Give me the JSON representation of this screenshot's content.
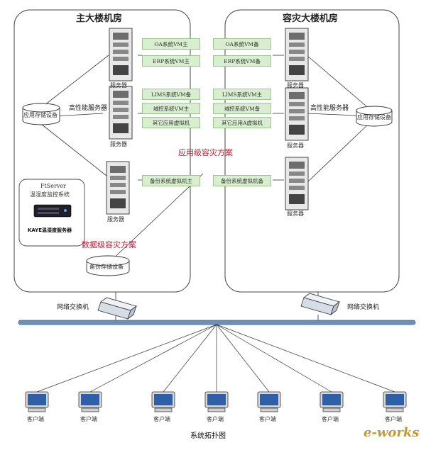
{
  "main_room": {
    "title": "主大楼机房",
    "server_label": "服务器",
    "high_perf_label": "高性能服务器",
    "storage_label": "应用存储设备",
    "backup_storage_label": "备份存储设备",
    "ftserver": {
      "title": "FtServer",
      "subtitle": "温湿度监控系统",
      "device_label": "KAYE温湿度服务器"
    }
  },
  "dr_room": {
    "title": "容灾大楼机房",
    "server_label": "服务器",
    "high_perf_label": "高性能服务器",
    "storage_label": "应用存储设备"
  },
  "vm_pairs": [
    {
      "primary": "OA系统VM主",
      "backup": "OA系统VM备"
    },
    {
      "primary": "ERP系统VM主",
      "backup": "ERP系统VM备"
    },
    {
      "primary": "LIMS系统VM备",
      "backup": "LIMS系统VM主"
    },
    {
      "primary": "域控系统VM主",
      "backup": "域控系统VM备"
    },
    {
      "primary": "其它应用虚拟机",
      "backup": "其它应用A虚拟机"
    },
    {
      "primary": "备份系统虚拟机主",
      "backup": "备份系统虚拟机备"
    }
  ],
  "app_scheme_label": "应用级容灾方案",
  "data_scheme_label": "数据级容灾方案",
  "switch_label": "网络交换机",
  "client_label": "客户端",
  "caption": "系统拓扑图",
  "watermark": "e-works",
  "colors": {
    "vm_box": "#d8efcf",
    "scheme_text": "#b2223a",
    "backbone": "#6d8fb5",
    "screen": "#2f5fa8"
  },
  "clients_count": 7
}
